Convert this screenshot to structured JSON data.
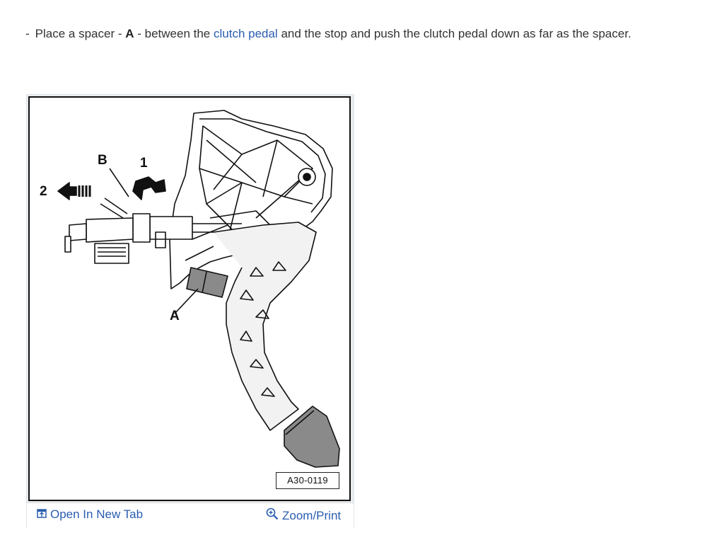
{
  "instruction": {
    "bullet": "-",
    "text_before": "Place a spacer - ",
    "bold_letter": "A",
    "text_middle": " - between the ",
    "link_text": "clutch pedal",
    "text_after": " and the stop and push the clutch pedal down as far as the spacer."
  },
  "figure": {
    "labels": {
      "a": "A",
      "b": "B",
      "one": "1",
      "two": "2"
    },
    "code": "A30-0119"
  },
  "toolbar": {
    "open_new_tab": "Open In New Tab",
    "zoom_print": "Zoom/Print"
  },
  "colors": {
    "link": "#2a5db0",
    "text": "#333333",
    "frame_border": "#111111",
    "frame_background": "#e9ecef"
  },
  "icons": {
    "open_new_tab": "open-new-tab-icon",
    "zoom_print": "zoom-in-icon"
  }
}
